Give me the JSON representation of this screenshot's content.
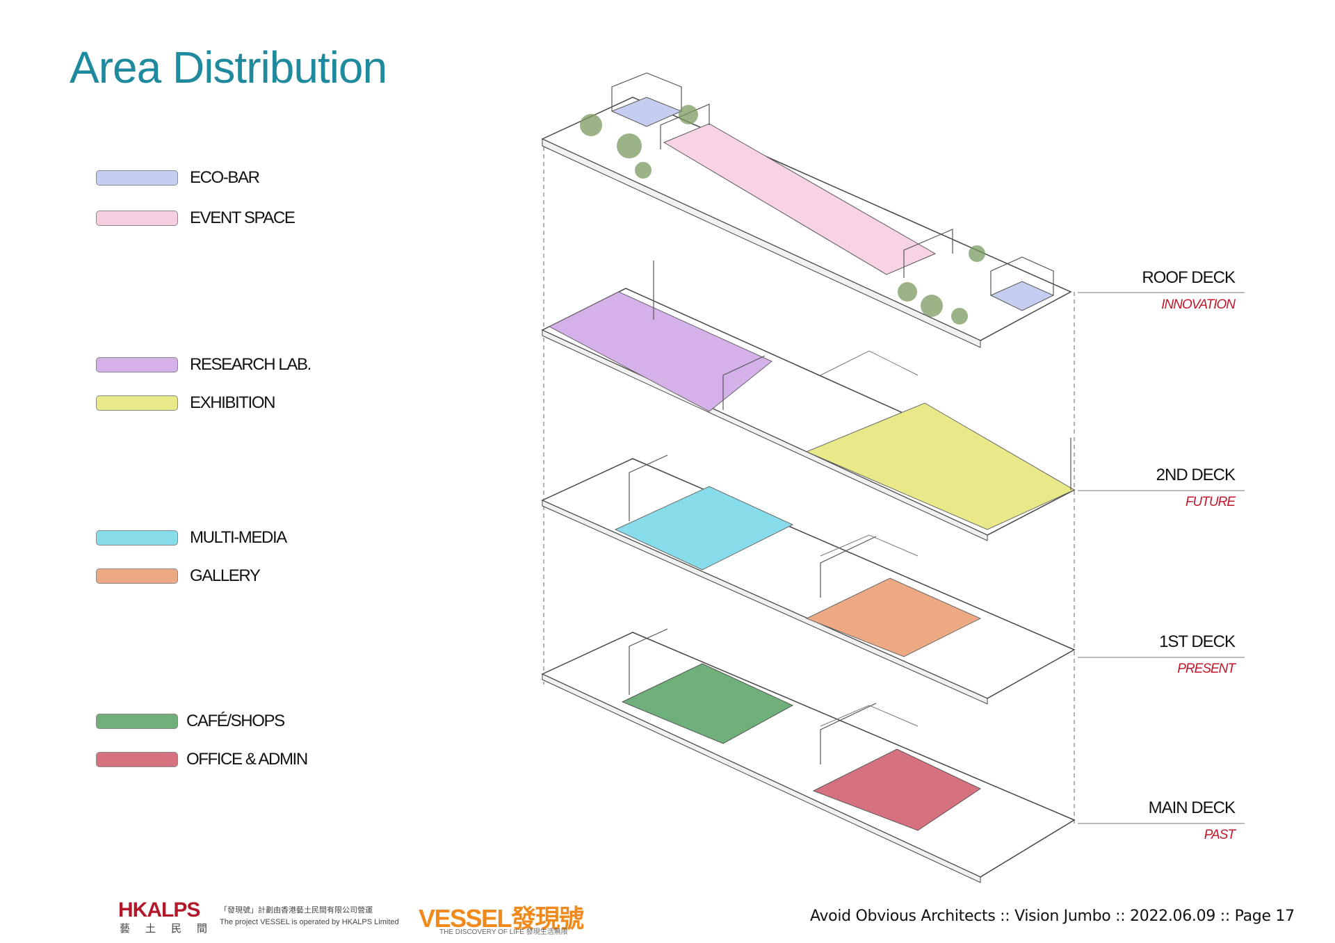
{
  "page": {
    "title": "Area Distribution",
    "footer": "Avoid Obvious Architects :: Vision Jumbo :: 2022.06.09 :: Page 17"
  },
  "legend": [
    {
      "label": "ECO-BAR",
      "color": "#c5cdf0"
    },
    {
      "label": "EVENT SPACE",
      "color": "#f5cfe0"
    },
    {
      "label": "RESEARCH LAB.",
      "color": "#d5b1ea"
    },
    {
      "label": "EXHIBITION",
      "color": "#e9e98a"
    },
    {
      "label": "MULTI-MEDIA",
      "color": "#88dcea"
    },
    {
      "label": "GALLERY",
      "color": "#eca984"
    },
    {
      "label": "CAFÉ/SHOPS",
      "color": "#6fb07a"
    },
    {
      "label": "OFFICE  & ADMIN",
      "color": "#d6717f"
    }
  ],
  "decks": [
    {
      "name": "ROOF DECK",
      "subtitle": "INNOVATION"
    },
    {
      "name": "2ND DECK",
      "subtitle": "FUTURE"
    },
    {
      "name": "1ST DECK",
      "subtitle": "PRESENT"
    },
    {
      "name": "MAIN DECK",
      "subtitle": "PAST"
    }
  ],
  "logos": {
    "hkalps": "HKALPS",
    "hkalps_cn": "藝土民間",
    "note_cn": "「發現號」計劃由香港藝土民間有限公司營運",
    "note_en": "The project VESSEL is operated by HKALPS Limited",
    "vessel": "VESSEL發現號",
    "vessel_tagline": "THE DISCOVERY OF LIFE 發現生活無限"
  }
}
